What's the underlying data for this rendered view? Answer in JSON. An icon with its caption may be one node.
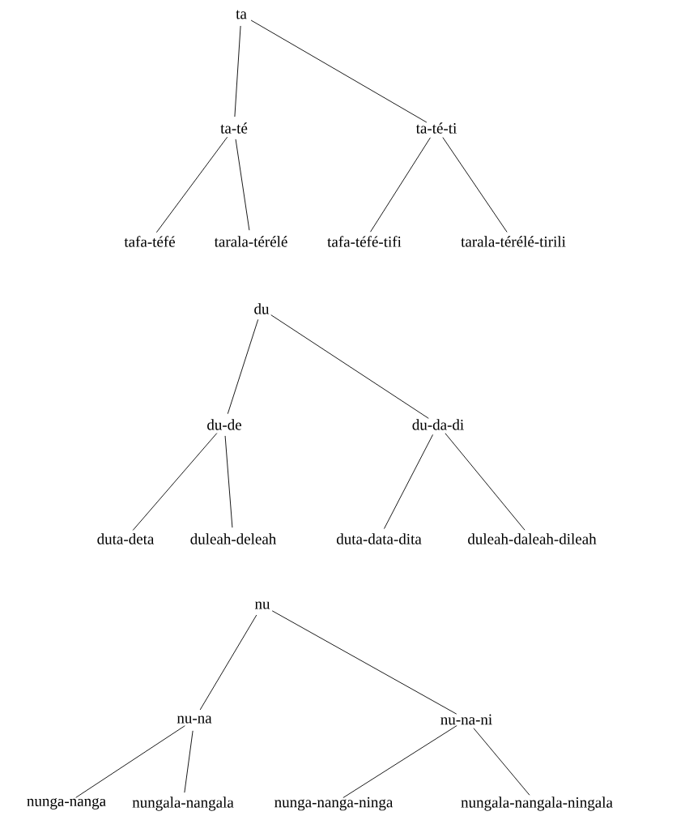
{
  "diagram": {
    "nodes": [
      {
        "text": [
          "ta"
        ]
      },
      {
        "text": [
          "ta-té"
        ]
      },
      {
        "text": [
          "ta-té-ti"
        ]
      },
      {
        "text": [
          "tafa-téfé"
        ]
      },
      {
        "text": [
          "tarala-térélé"
        ]
      },
      {
        "text": [
          "tafa-téfé-tifi"
        ]
      },
      {
        "text": [
          "tarala-térélé-tirili"
        ]
      },
      {
        "text": [
          "du"
        ]
      },
      {
        "text": [
          "du-de"
        ]
      },
      {
        "text": [
          "du-da-di"
        ]
      },
      {
        "text": [
          "duta-deta"
        ]
      },
      {
        "text": [
          "duleah-deleah"
        ]
      },
      {
        "text": [
          "duta-data-dita"
        ]
      },
      {
        "text": [
          "duleah-daleah-dileah"
        ]
      },
      {
        "text": [
          "nu"
        ]
      },
      {
        "text": [
          "nu-na"
        ]
      },
      {
        "text": [
          "nu-na-ni"
        ]
      },
      {
        "text": [
          "nunga-nanga"
        ]
      },
      {
        "text": [
          "nungala-nangala"
        ]
      },
      {
        "text": [
          "nunga-nanga-ninga"
        ]
      },
      {
        "text": [
          "nungala-nangala-ningala"
        ]
      }
    ],
    "edges": [
      {
        "from": 0,
        "to": 1,
        "arrow": "none"
      },
      {
        "from": 0,
        "to": 2,
        "arrow": "none"
      },
      {
        "from": 1,
        "to": 3,
        "arrow": "none"
      },
      {
        "from": 1,
        "to": 4,
        "arrow": "none"
      },
      {
        "from": 2,
        "to": 5,
        "arrow": "none"
      },
      {
        "from": 2,
        "to": 6,
        "arrow": "none"
      },
      {
        "from": 7,
        "to": 8,
        "arrow": "none"
      },
      {
        "from": 7,
        "to": 9,
        "arrow": "none"
      },
      {
        "from": 8,
        "to": 10,
        "arrow": "none"
      },
      {
        "from": 8,
        "to": 11,
        "arrow": "none"
      },
      {
        "from": 9,
        "to": 12,
        "arrow": "none"
      },
      {
        "from": 9,
        "to": 13,
        "arrow": "none"
      },
      {
        "from": 14,
        "to": 15,
        "arrow": "none"
      },
      {
        "from": 14,
        "to": 16,
        "arrow": "none"
      },
      {
        "from": 15,
        "to": 17,
        "arrow": "none"
      },
      {
        "from": 15,
        "to": 18,
        "arrow": "none"
      },
      {
        "from": 16,
        "to": 19,
        "arrow": "none"
      },
      {
        "from": 16,
        "to": 20,
        "arrow": "none"
      }
    ]
  }
}
